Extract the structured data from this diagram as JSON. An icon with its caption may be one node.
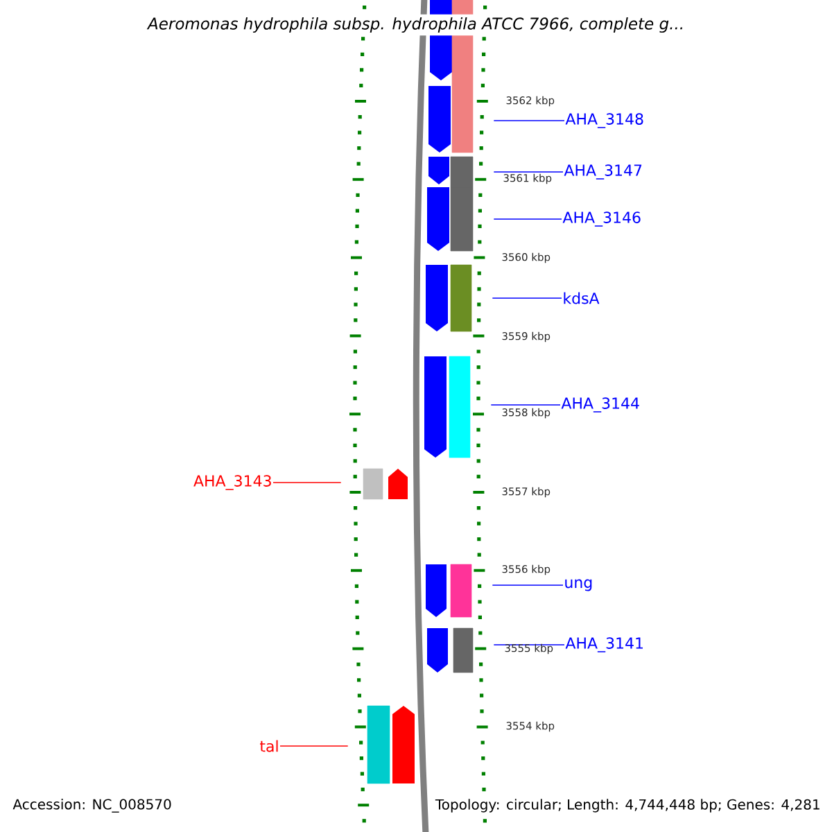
{
  "diagram": {
    "title": "Aeromonas hydrophila subsp. hydrophila ATCC 7966, complete g...",
    "nodes": [
      {
        "text": [
          "AHA_3148"
        ]
      },
      {
        "text": [
          "AHA_3147"
        ]
      },
      {
        "text": [
          "AHA_3146"
        ]
      },
      {
        "text": [
          "kdsA"
        ]
      },
      {
        "text": [
          "AHA_3144"
        ]
      },
      {
        "text": [
          "ung"
        ]
      },
      {
        "text": [
          "AHA_3141"
        ]
      },
      {
        "text": [
          "AHA_3143"
        ]
      },
      {
        "text": [
          "tal"
        ]
      },
      {
        "text": [],
        "shape": "bar"
      },
      {
        "text": [],
        "shape": "bar"
      },
      {
        "text": [],
        "shape": "bar"
      },
      {
        "text": [],
        "shape": "bar"
      },
      {
        "text": [],
        "shape": "bar"
      },
      {
        "text": [],
        "shape": "bar"
      },
      {
        "text": [],
        "shape": "bar"
      },
      {
        "text": [],
        "shape": "bar"
      },
      {
        "text": [],
        "shape": "bar"
      }
    ],
    "edges": [
      {
        "from": 0,
        "to": 9,
        "arrow": "none"
      },
      {
        "from": 1,
        "to": 10,
        "arrow": "none"
      },
      {
        "from": 2,
        "to": 11,
        "arrow": "none"
      },
      {
        "from": 3,
        "to": 12,
        "arrow": "none"
      },
      {
        "from": 4,
        "to": 13,
        "arrow": "none"
      },
      {
        "from": 5,
        "to": 15,
        "arrow": "none"
      },
      {
        "from": 6,
        "to": 16,
        "arrow": "none"
      },
      {
        "from": 7,
        "to": 14,
        "arrow": "none",
        "color": "#ff0000"
      },
      {
        "from": 8,
        "to": 17,
        "arrow": "none",
        "color": "#ff0000"
      }
    ],
    "labels": [
      "3562 kbp",
      "3561 kbp",
      "3560 kbp",
      "3559 kbp",
      "3558 kbp",
      "3557 kbp",
      "3556 kbp",
      "3555 kbp",
      "3554 kbp",
      "Accession: NC_008570",
      "Topology: circular; Length: 4,744,448 bp; Genes: 4,281"
    ]
  }
}
